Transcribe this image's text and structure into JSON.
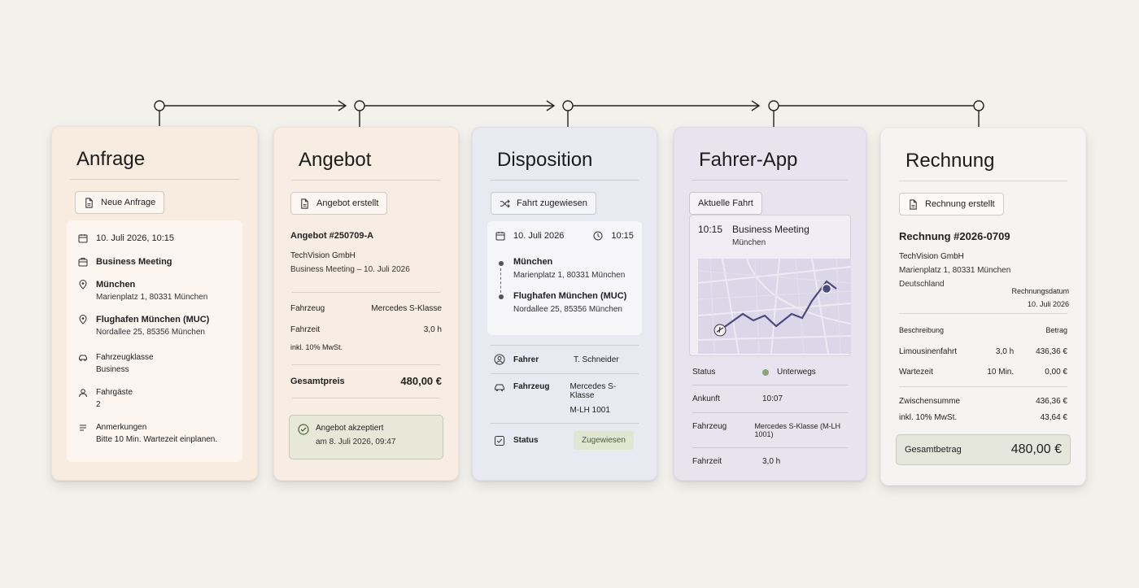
{
  "stages": {
    "anfrage": {
      "title": "Anfrage",
      "button": "Neue Anfrage",
      "datetime": "10. Juli 2026, 10:15",
      "meeting": "Business Meeting",
      "pickup_city": "München",
      "pickup_address": "Marienplatz 1, 80331 München",
      "dropoff_city": "Flughafen München (MUC)",
      "dropoff_address": "Nordallee 25, 85356 München",
      "vehicle_class_label": "Fahrzeugklasse",
      "vehicle_class": "Business",
      "passengers_label": "Fahrgäste",
      "passengers": "2",
      "notes_label": "Anmerkungen",
      "notes": "Bitte 10 Min. Wartezeit einplanen."
    },
    "angebot": {
      "title": "Angebot",
      "button": "Angebot erstellt",
      "number": "Angebot #250709-A",
      "company": "TechVision GmbH",
      "subject": "Business Meeting – 10. Juli 2026",
      "vehicle_label": "Fahrzeug",
      "vehicle": "Mercedes S-Klasse",
      "duration_label": "Fahrzeit",
      "duration": "3,0 h",
      "vat": "inkl. 10% MwSt.",
      "total_label": "Gesamtpreis",
      "total": "480,00 €",
      "accepted_title": "Angebot akzeptiert",
      "accepted_date": "am 8. Juli 2026, 09:47"
    },
    "disposition": {
      "title": "Disposition",
      "button": "Fahrt zugewiesen",
      "date": "10. Juli 2026",
      "time": "10:15",
      "from_city": "München",
      "from_address": "Marienplatz 1, 80331 München",
      "to_city": "Flughafen München (MUC)",
      "to_address": "Nordallee 25, 85356 München",
      "driver_label": "Fahrer",
      "driver": "T. Schneider",
      "vehicle_label": "Fahrzeug",
      "vehicle_line1": "Mercedes S-Klasse",
      "vehicle_line2": "M-LH 1001",
      "status_label": "Status",
      "status": "Zugewiesen"
    },
    "fahrer_app": {
      "title": "Fahrer-App",
      "button": "Aktuelle Fahrt",
      "time": "10:15",
      "meeting": "Business Meeting",
      "city": "München",
      "status_label": "Status",
      "status": "Unterwegs",
      "arrival_label": "Ankunft",
      "arrival": "10:07",
      "vehicle_label": "Fahrzeug",
      "vehicle": "Mercedes S-Klasse (M-LH 1001)",
      "duration_label": "Fahrzeit",
      "duration": "3,0 h"
    },
    "rechnung": {
      "title": "Rechnung",
      "button": "Rechnung erstellt",
      "number": "Rechnung #2026-0709",
      "company": "TechVision GmbH",
      "address": "Marienplatz 1, 80331 München",
      "country": "Deutschland",
      "date_label": "Rechnungsdatum",
      "date": "10. Juli 2026",
      "col_desc": "Beschreibung",
      "col_amount": "Betrag",
      "items": [
        {
          "desc": "Limousinenfahrt",
          "qty": "3,0 h",
          "amount": "436,36 €"
        },
        {
          "desc": "Wartezeit",
          "qty": "10 Min.",
          "amount": "0,00 €"
        }
      ],
      "subtotal_label": "Zwischensumme",
      "subtotal": "436,36 €",
      "vat_label": "inkl. 10% MwSt.",
      "vat": "43,64 €",
      "grand_label": "Gesamtbetrag",
      "grand": "480,00 €"
    }
  },
  "colors": {
    "anfrage_bg": "#f8ebe0",
    "angebot_bg": "#f8ede2",
    "disposition_bg": "#e9e9f1",
    "fahrer_bg": "#e8e4ef",
    "rechnung_bg": "#f6f4f2",
    "accent_route": "#4a4a7e",
    "status_green": "#8aa37a",
    "badge_bg": "#dfe6d2"
  }
}
